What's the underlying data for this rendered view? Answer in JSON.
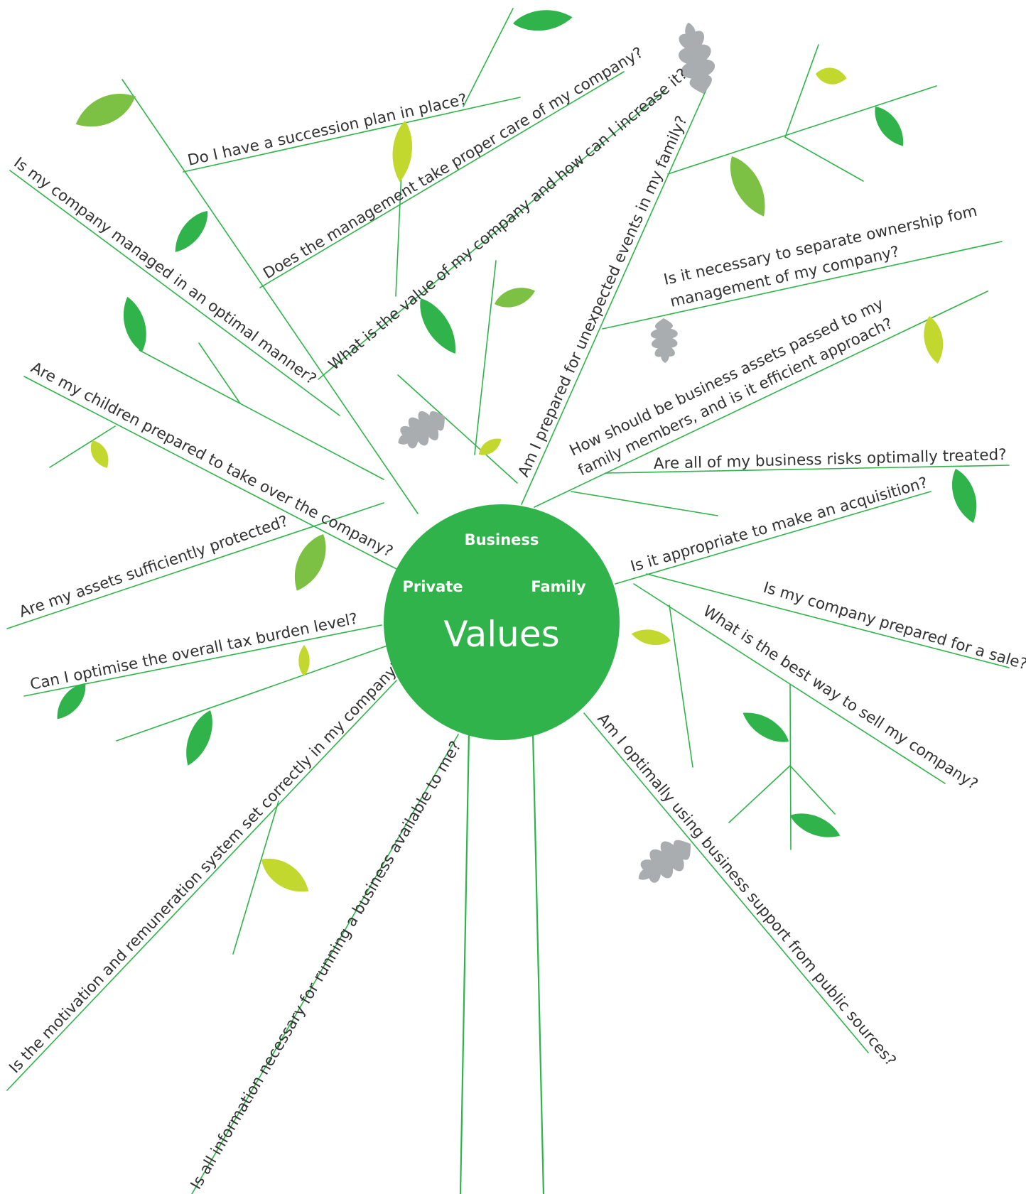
{
  "hub": {
    "title": "Values",
    "labels": [
      "Business",
      "Private",
      "Family"
    ],
    "fill": "#2fb34a"
  },
  "colors": {
    "branch": "#2fb34a",
    "leaf_mid": "#2fb34a",
    "leaf_light": "#7cc143",
    "leaf_lime": "#c3d82e",
    "leaf_gray": "#a9adaf",
    "text": "#333333"
  },
  "questions": [
    "Do I have a succession plan in place?",
    "Does the management take proper care of my company?",
    "What is the value of my company and how can I increase it?",
    "Am I prepared for unexpected events in my family?",
    "Is it necessary to separate ownership fom",
    "management of my company?",
    "How should be business assets passed to my",
    "family members, and is it efficient approach?",
    "Are all of my business risks optimally treated?",
    "Is it appropriate to make an acquisition?",
    "Is my company prepared for a sale?",
    "What is the best way to sell my company?",
    "Am I optimally using business support from public sources?",
    "Is all information necessary for running a business available to me?",
    "Is the motivation and remuneration system set correctly in my company?",
    "Can I optimise the overall tax burden level?",
    "Are my assets sufficiently protected?",
    "Are my children prepared to take over the company?",
    "Is my company managed in an optimal manner?"
  ],
  "leaf_icons": {
    "green": "leaf-icon",
    "gray": "oak-leaf-icon"
  }
}
